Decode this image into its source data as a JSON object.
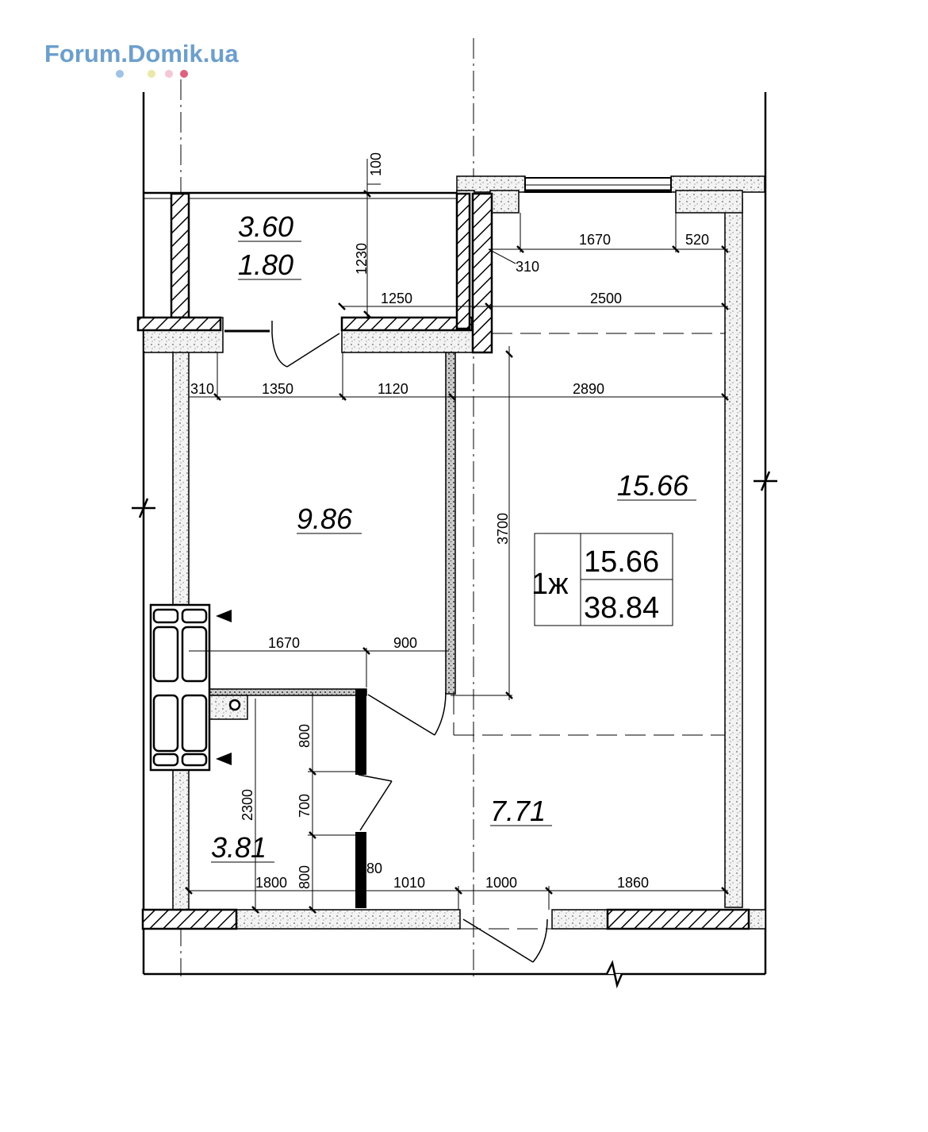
{
  "watermark": {
    "text": "Forum.Domik.ua",
    "color": "#6a9fd0",
    "dot_colors": [
      "#9ec3e6",
      "#e9e9a8",
      "#f5c6d6",
      "#e0607e"
    ]
  },
  "rooms": {
    "balcony_area": "3.60",
    "balcony_reduced_area": "1.80",
    "bedroom_area": "9.86",
    "living_room_area": "15.66",
    "hall_area": "7.71",
    "bathroom_area": "3.81"
  },
  "summary": {
    "apartment_type": "1ж",
    "living_area": "15.66",
    "total_area": "38.84"
  },
  "dimensions": {
    "d100": "100",
    "d1230": "1230",
    "d1250": "1250",
    "d2500": "2500",
    "d1670_top": "1670",
    "d520": "520",
    "d310_top": "310",
    "d310_left": "310",
    "d1350": "1350",
    "d1120": "1120",
    "d2890": "2890",
    "d3700": "3700",
    "d1670_mid": "1670",
    "d900": "900",
    "d800_top": "800",
    "d700": "700",
    "d800_bottom": "800",
    "d2300": "2300",
    "d80": "80",
    "d1800": "1800",
    "d1010": "1010",
    "d1000": "1000",
    "d1860": "1860"
  }
}
